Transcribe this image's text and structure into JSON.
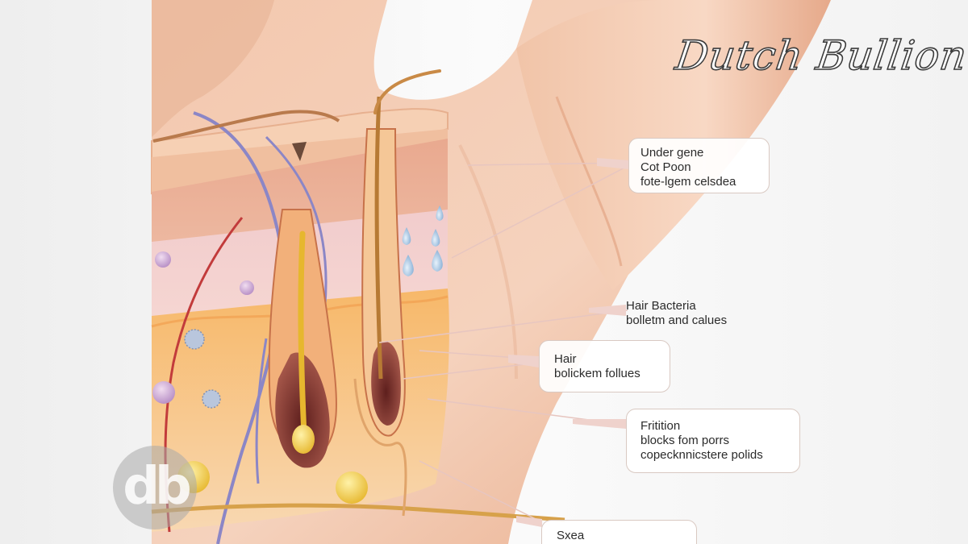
{
  "brand": {
    "watermark_text": "Dutch Bullion",
    "logo_text": "db"
  },
  "labels": {
    "callout_1": [
      "Under gene",
      "Cot Poon",
      "fote-lgem celsdea"
    ],
    "callout_2": [
      "Hair  Bacteria",
      "bolletm and calues"
    ],
    "callout_3": [
      "Hair",
      "bolickem follues"
    ],
    "callout_4": [
      "Fritition",
      "blocks fom porrs",
      "copecknnicstere polids"
    ],
    "callout_5": [
      "Sxea"
    ]
  },
  "colors": {
    "skin_light": "#f7d9c5",
    "skin_mid": "#ebb394",
    "skin_dark": "#d4896a",
    "fat_layer": "#f7c27a",
    "follicle": "#8a2e2a",
    "nerve": "#8b86c6",
    "vessel": "#c23b3b",
    "sweat_drop": "#8fb7d9",
    "callout_border": "#d9c9c2"
  }
}
